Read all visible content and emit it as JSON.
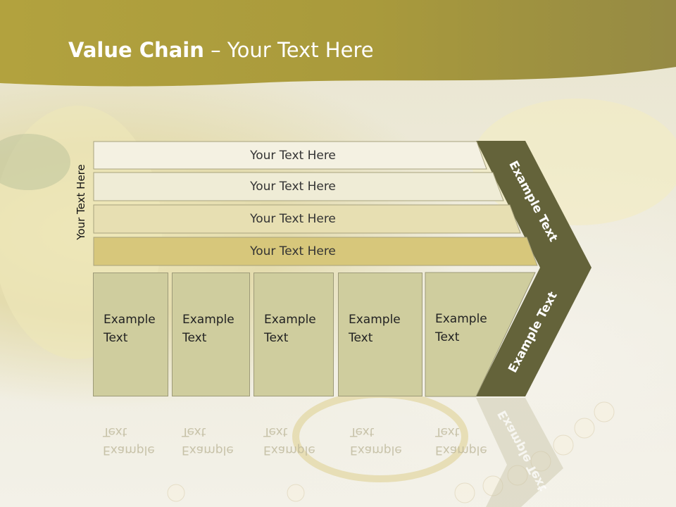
{
  "title": {
    "bold": "Value Chain",
    "rest": " – Your Text Here"
  },
  "side_label": "Your Text Here",
  "rows": [
    "Your Text Here",
    "Your Text Here",
    "Your Text Here",
    "Your Text Here"
  ],
  "boxes": [
    {
      "line1": "Example",
      "line2": "Text"
    },
    {
      "line1": "Example",
      "line2": "Text"
    },
    {
      "line1": "Example",
      "line2": "Text"
    },
    {
      "line1": "Example",
      "line2": "Text"
    },
    {
      "line1": "Example",
      "line2": "Text"
    }
  ],
  "chevron": {
    "upper": "Example Text",
    "lower": "Example Text"
  },
  "colors": {
    "header": "#a89a3a",
    "chevron": "#64633a",
    "box": "#cfcd9e"
  }
}
